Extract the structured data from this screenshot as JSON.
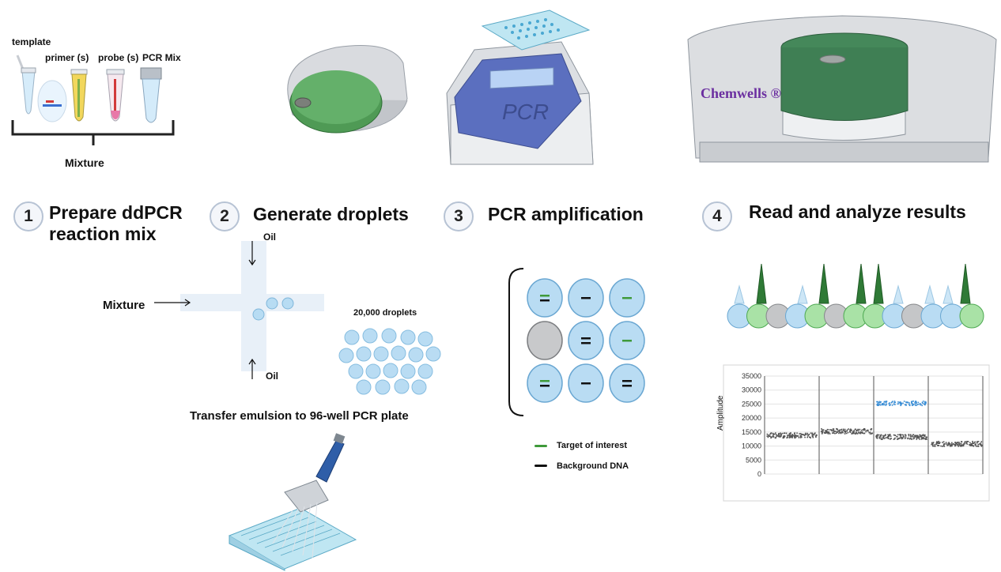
{
  "mixture_panel": {
    "labels": {
      "template": "template",
      "primer": "primer (s)",
      "probe": "probe (s)",
      "pcr_mix": "PCR Mix",
      "mixture": "Mixture"
    }
  },
  "instrument": {
    "brand": "Chemwells ®",
    "pcr_screen": "PCR"
  },
  "steps": [
    {
      "number": "1",
      "title_line1": "Prepare ddPCR",
      "title_line2": "reaction mix"
    },
    {
      "number": "2",
      "title_line1": "Generate droplets"
    },
    {
      "number": "3",
      "title_line1": "PCR amplification"
    },
    {
      "number": "4",
      "title_line1": "Read and analyze results"
    }
  ],
  "droplet_generation": {
    "oil_top": "Oil",
    "oil_bottom": "Oil",
    "mixture": "Mixture",
    "droplet_count": "20,000 droplets",
    "transfer": "Transfer emulsion to 96-well PCR plate"
  },
  "legend": {
    "target": "Target of interest",
    "background": "Background DNA",
    "colors": {
      "target": "#3f9a3a",
      "background": "#111111"
    }
  },
  "chart_data": {
    "type": "scatter",
    "ylabel": "Amplitude",
    "yticks": [
      "35000",
      "30000",
      "25000",
      "20000",
      "15000",
      "10000",
      "5000",
      "0"
    ],
    "ylim": [
      0,
      35000
    ],
    "wells": [
      {
        "negative_band": 14000
      },
      {
        "negative_band": 15500
      },
      {
        "negative_band": 13500,
        "positive_band": 25500
      },
      {
        "negative_band": 11000
      }
    ],
    "colors": {
      "negative": "#555555",
      "positive": "#3a8ed6"
    }
  }
}
